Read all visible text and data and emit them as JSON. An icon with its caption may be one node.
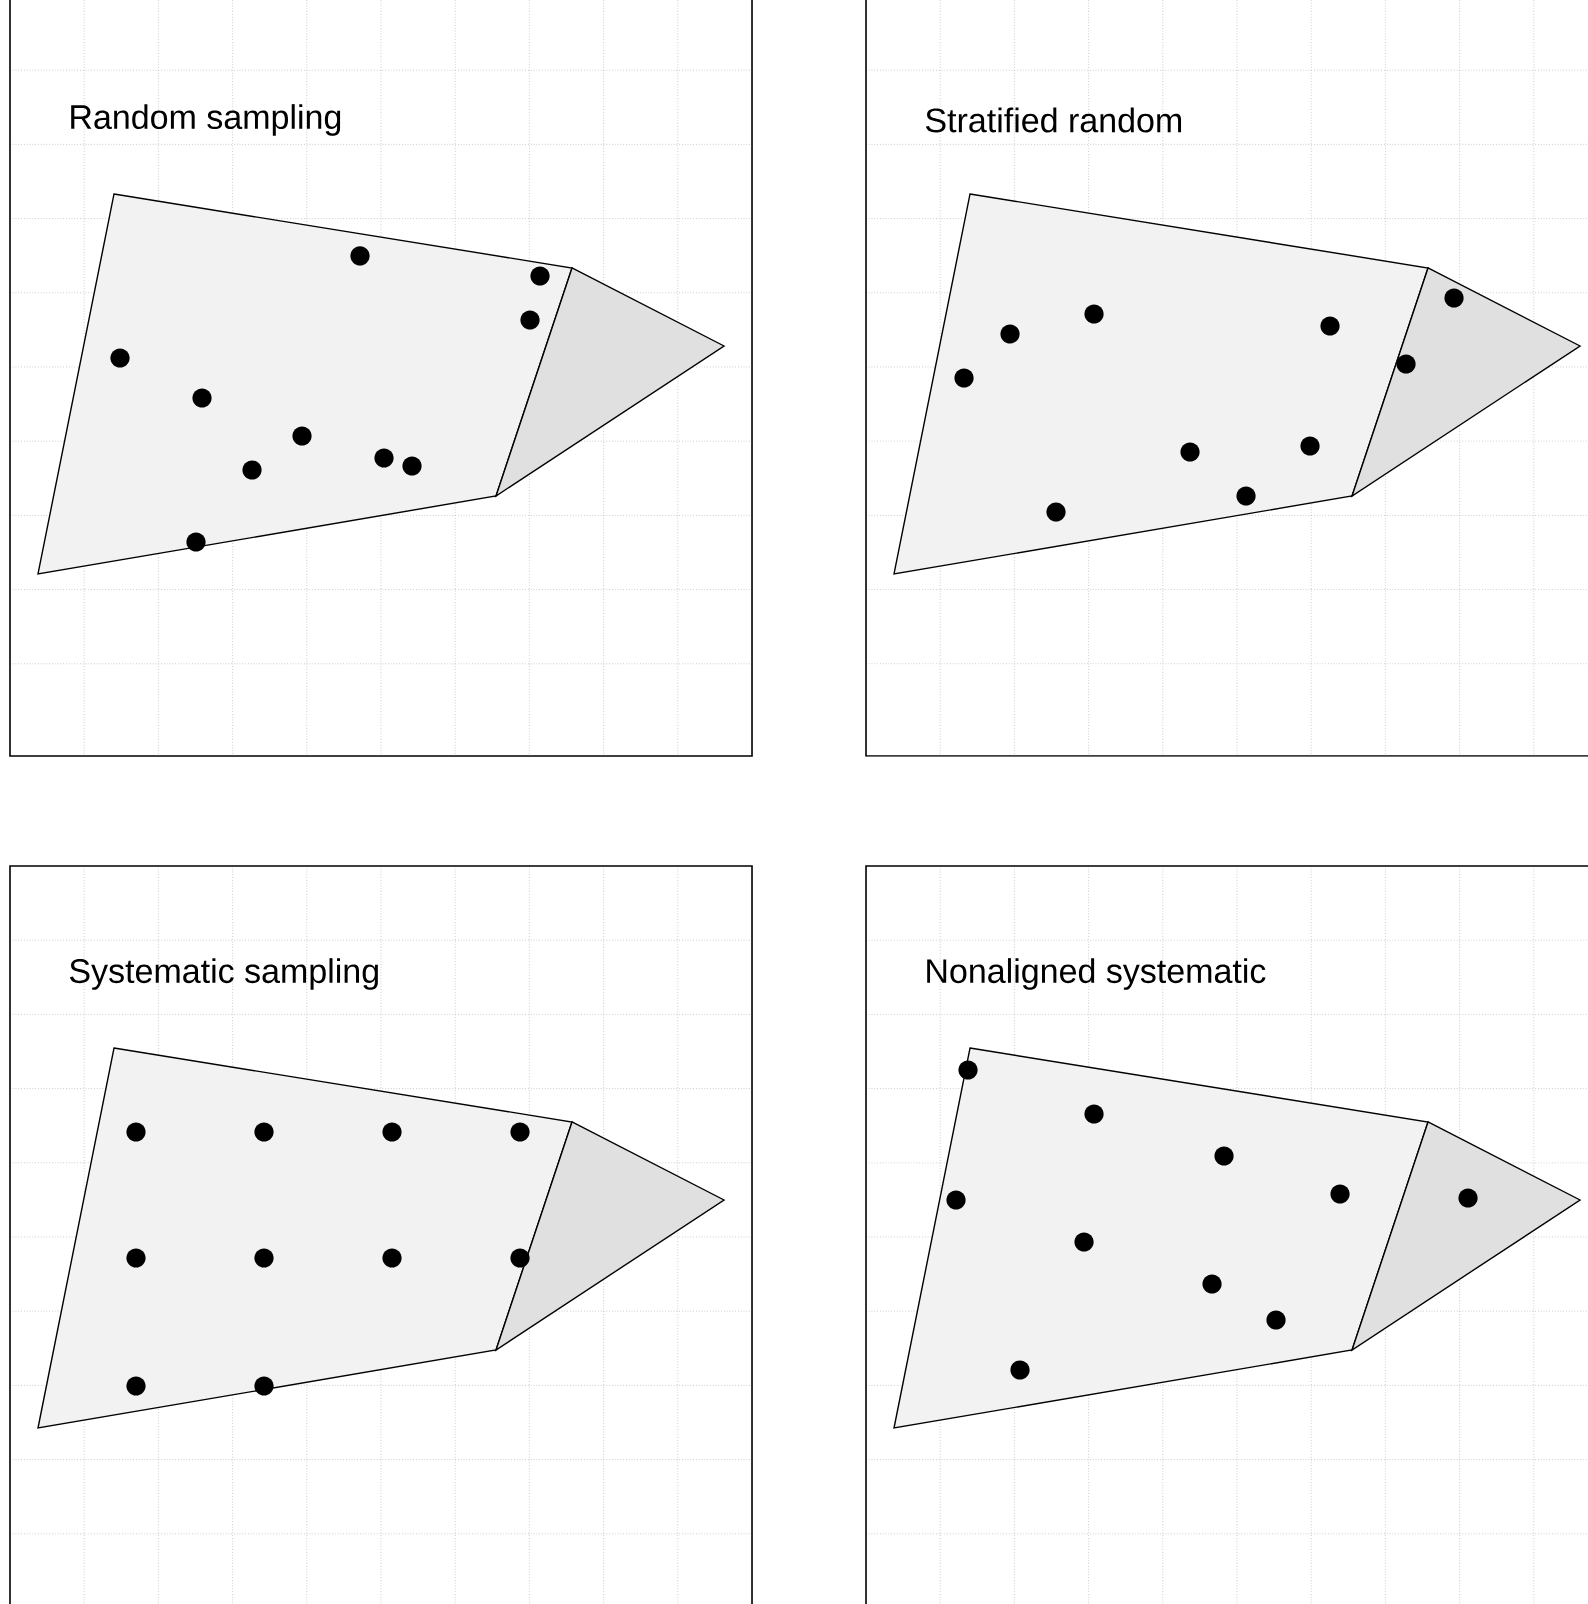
{
  "diagram": {
    "labels": [
      "Random sampling",
      "Stratified random",
      "Systematic sampling",
      "Nonaligned systematic"
    ]
  }
}
